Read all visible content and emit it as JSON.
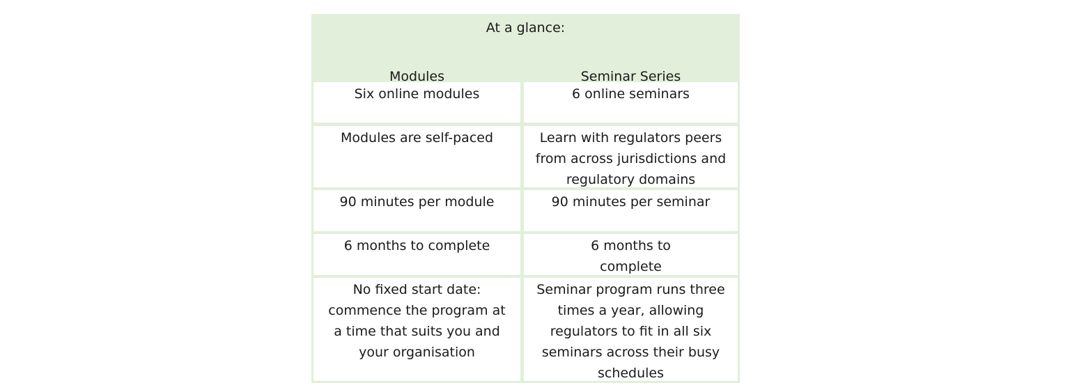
{
  "table": {
    "title": "At a glance:",
    "headers": [
      "Modules",
      "Seminar Series"
    ],
    "rows": [
      [
        "Six online modules",
        "6 online seminars"
      ],
      [
        "Modules are self-paced",
        "Learn with regulators peers from across jurisdictions and regulatory domains"
      ],
      [
        "90 minutes per module",
        "90 minutes per seminar"
      ],
      [
        "6 months to complete",
        "6 months to complete"
      ],
      [
        "No fixed start date: commence the program at a time that suits you and your organisation",
        "Seminar program runs three times a year, allowing regulators to fit in all six seminars across their busy schedules"
      ]
    ],
    "colors": {
      "header_bg": "#E2EFDA",
      "border": "#E2EFDA",
      "cell_bg": "#FFFFFF"
    }
  }
}
